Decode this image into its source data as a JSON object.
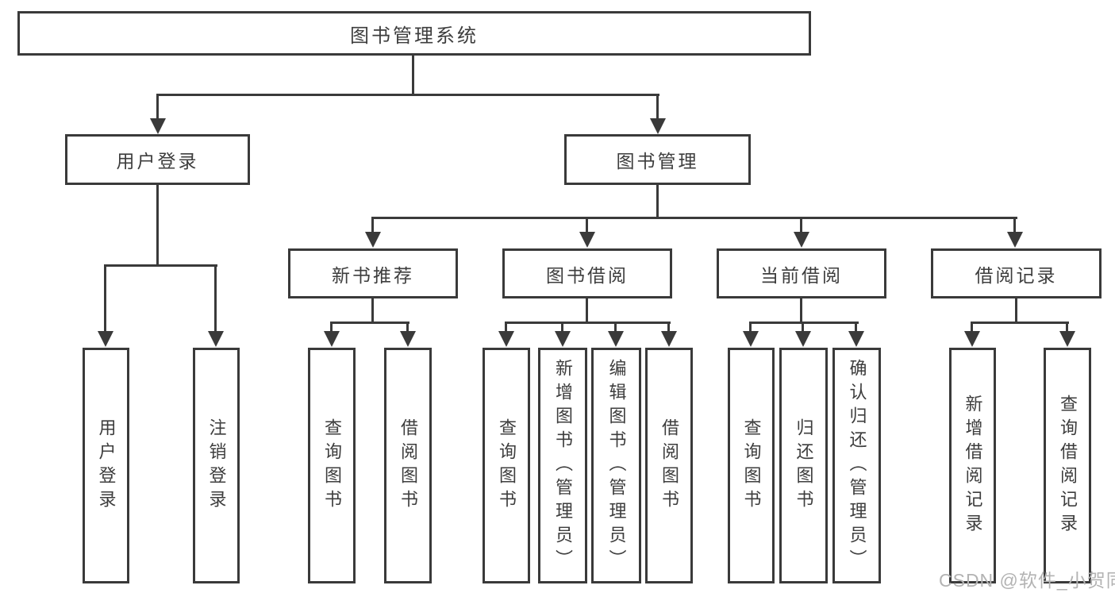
{
  "colors": {
    "line": "#3a3a3a",
    "text": "#3d3d3d",
    "watermark": "#b3b3b3",
    "background": "#ffffff"
  },
  "watermark": {
    "text": "CSDN @软件_小贺同学"
  },
  "tree": {
    "label": "图书管理系统",
    "children": [
      {
        "label": "用户登录",
        "children": [
          {
            "label": "用户登录"
          },
          {
            "label": "注销登录"
          }
        ]
      },
      {
        "label": "图书管理",
        "children": [
          {
            "label": "新书推荐",
            "children": [
              {
                "label": "查询图书"
              },
              {
                "label": "借阅图书"
              }
            ]
          },
          {
            "label": "图书借阅",
            "children": [
              {
                "label": "查询图书"
              },
              {
                "label": "新增图书（管理员）"
              },
              {
                "label": "编辑图书（管理员）"
              },
              {
                "label": "借阅图书"
              }
            ]
          },
          {
            "label": "当前借阅",
            "children": [
              {
                "label": "查询图书"
              },
              {
                "label": "归还图书"
              },
              {
                "label": "确认归还（管理员）"
              }
            ]
          },
          {
            "label": "借阅记录",
            "children": [
              {
                "label": "新增借阅记录"
              },
              {
                "label": "查询借阅记录"
              }
            ]
          }
        ]
      }
    ]
  }
}
